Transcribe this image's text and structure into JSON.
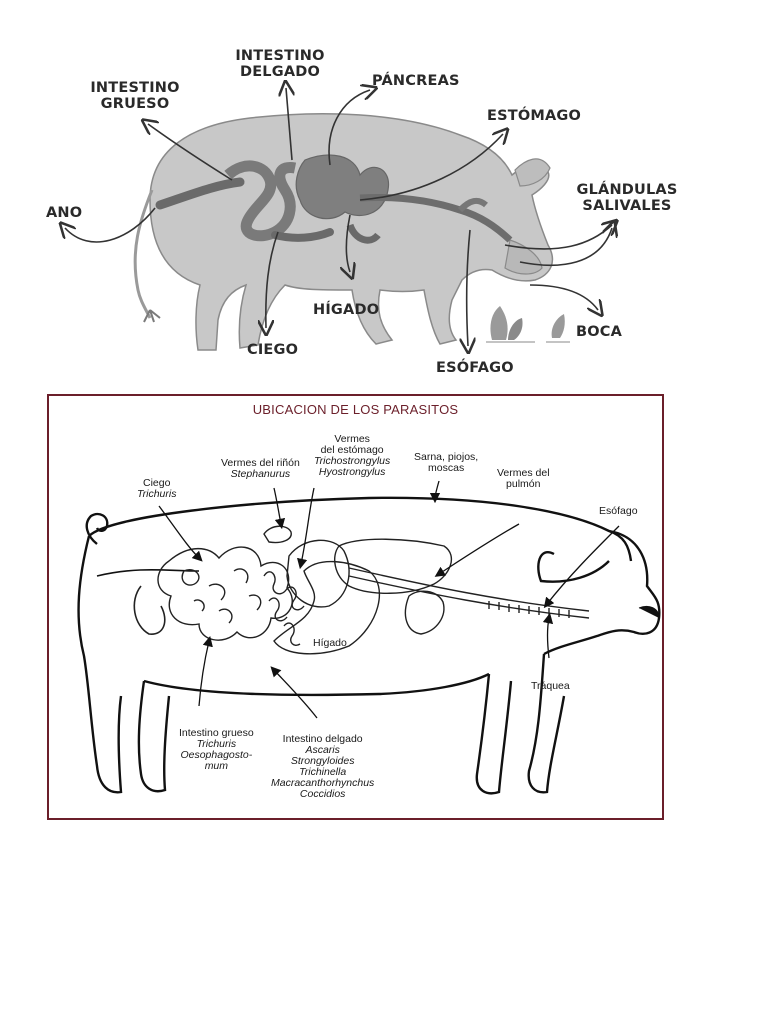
{
  "digestive": {
    "labels": {
      "intestino_grueso": [
        "INTESTINO",
        "GRUESO"
      ],
      "intestino_delgado": [
        "INTESTINO",
        "DELGADO"
      ],
      "pancreas": "PÁNCREAS",
      "estomago": "ESTÓMAGO",
      "ano": "ANO",
      "glandulas": [
        "GLÁNDULAS",
        "SALIVALES"
      ],
      "higado": "HÍGADO",
      "ciego": "CIEGO",
      "boca": "BOCA",
      "esofago": "ESÓFAGO"
    }
  },
  "parasites": {
    "title": "UBICACION DE LOS PARASITOS",
    "vermes_rinon": [
      "Vermes del riñón",
      "Stephanurus"
    ],
    "vermes_estomago": [
      "Vermes",
      "del estómago",
      "Trichostrongylus",
      "Hyostrongylus"
    ],
    "sarna": [
      "Sarna, piojos,",
      "moscas"
    ],
    "vermes_pulmon": [
      "Vermes del",
      "pulmón"
    ],
    "ciego": [
      "Ciego",
      "Trichuris"
    ],
    "esofago": "Esófago",
    "higado": "Hígado",
    "traquea": "Tráquea",
    "intestino_grueso": [
      "Intestino grueso",
      "Trichuris",
      "Oesophagosto-",
      "mum"
    ],
    "intestino_delgado": [
      "Intestino delgado",
      "Ascaris",
      "Strongyloides",
      "Trichinella",
      "Macracanthorhynchus",
      "Coccidios"
    ]
  }
}
